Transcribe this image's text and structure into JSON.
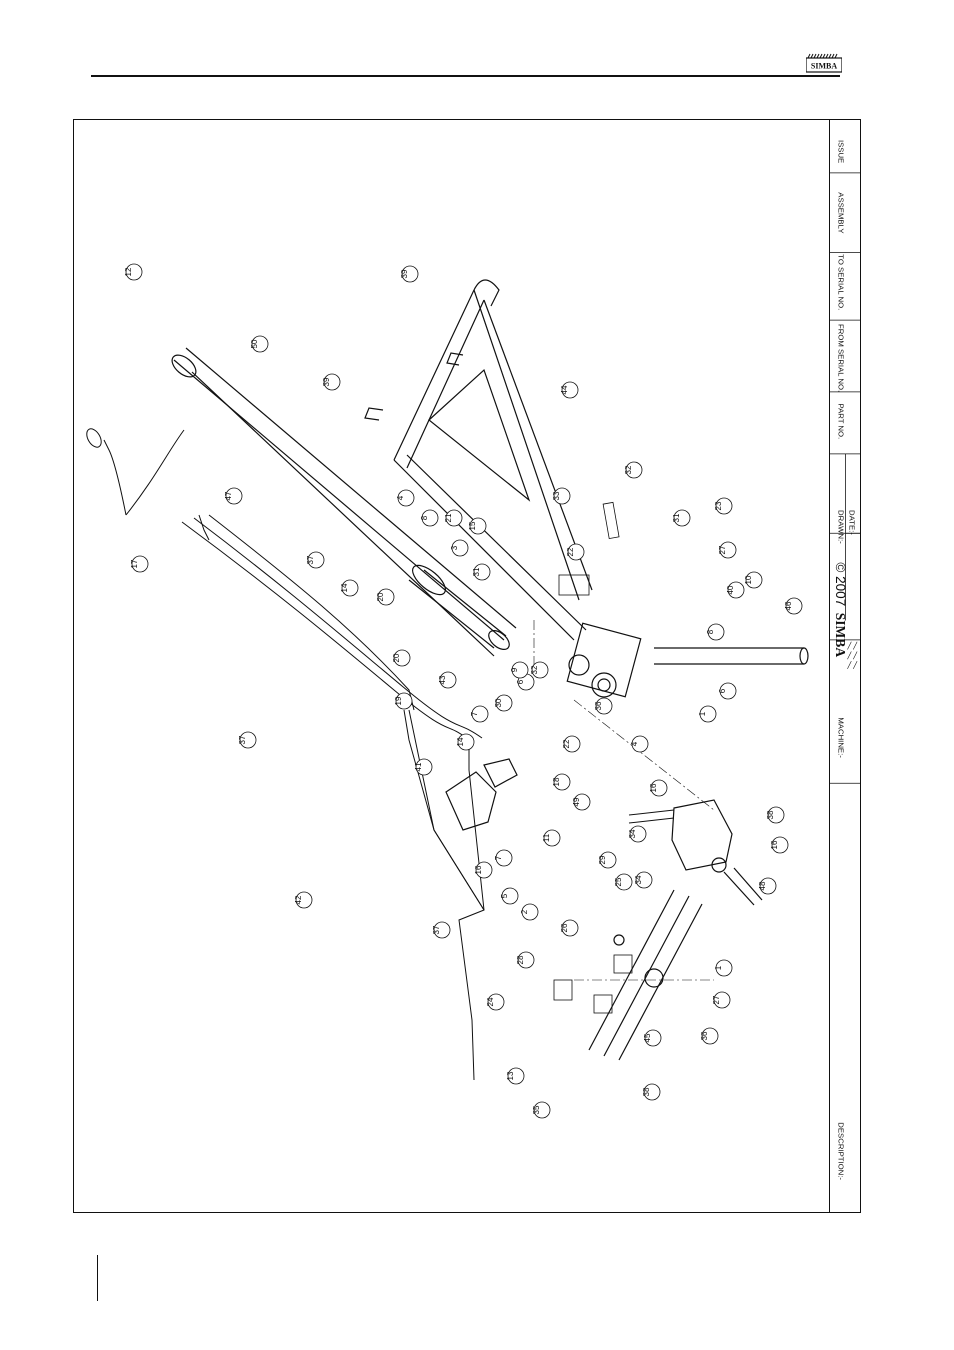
{
  "header": {
    "logo_text": "SIMBA"
  },
  "title_block": {
    "issue_label": "ISSUE",
    "assembly_label": "ASSEMBLY",
    "to_serial_label": "TO SERIAL NO.",
    "from_serial_label": "FROM SERIAL NO.",
    "part_no_label": "PART NO.",
    "drawn_label": "DRAWN:-",
    "date_label": "DATE:-",
    "brand": "SIMBA",
    "copyright": "© 2007",
    "machine_label": "MACHINE:-",
    "description_label": "DESCRIPTION:-"
  },
  "callouts": [
    "12",
    "50",
    "39",
    "39",
    "44",
    "47",
    "17",
    "37",
    "37",
    "42",
    "4",
    "8",
    "21",
    "15",
    "3",
    "31",
    "32",
    "33",
    "22",
    "31",
    "32",
    "23",
    "27",
    "40",
    "10",
    "46",
    "8",
    "6",
    "1",
    "4",
    "36",
    "22",
    "6",
    "9",
    "14",
    "20",
    "20",
    "19",
    "43",
    "30",
    "7",
    "14",
    "41",
    "18",
    "16",
    "49",
    "34",
    "38",
    "16",
    "11",
    "5",
    "2",
    "16",
    "7",
    "29",
    "34",
    "48",
    "25",
    "26",
    "28",
    "24",
    "1",
    "27",
    "36",
    "45",
    "38",
    "13",
    "35",
    "37"
  ]
}
